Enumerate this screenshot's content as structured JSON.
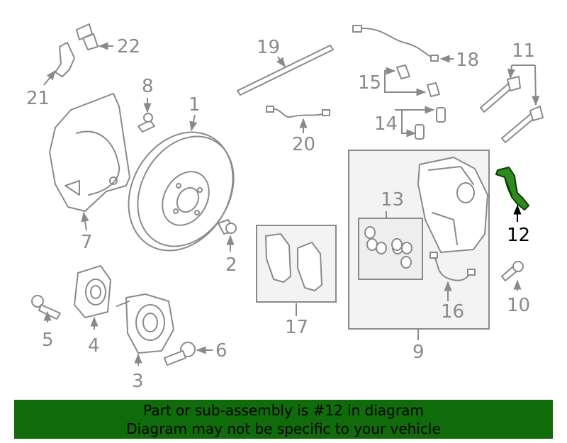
{
  "diagram": {
    "labels": [
      "1",
      "2",
      "3",
      "4",
      "5",
      "6",
      "7",
      "8",
      "9",
      "10",
      "11",
      "12",
      "13",
      "14",
      "15",
      "16",
      "17",
      "18",
      "19",
      "20",
      "21",
      "22"
    ],
    "highlighted_part": "12",
    "highlight_color": "#2f8a1e"
  },
  "banner": {
    "line1": "Part or sub-assembly is #12 in diagram",
    "line2": "Diagram may not be specific to your vehicle",
    "background": "#106b0a"
  }
}
